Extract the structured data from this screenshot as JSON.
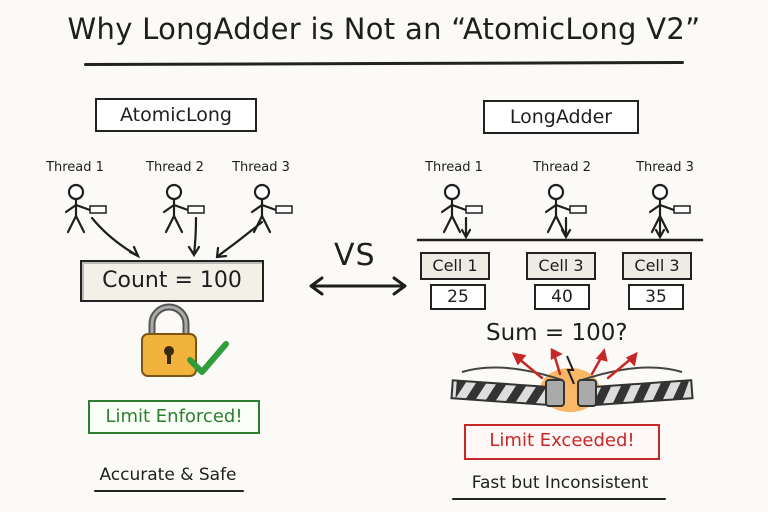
{
  "title": "Why LongAdder is Not an “AtomicLong V2”",
  "left": {
    "header": "AtomicLong",
    "threads": [
      "Thread 1",
      "Thread 2",
      "Thread 3"
    ],
    "counter": "Count = 100",
    "status": "Limit Enforced!",
    "caption": "Accurate & Safe"
  },
  "vs": "VS",
  "right": {
    "header": "LongAdder",
    "threads": [
      "Thread 1",
      "Thread 2",
      "Thread 3"
    ],
    "cells": [
      {
        "label": "Cell 1",
        "value": "25"
      },
      {
        "label": "Cell 3",
        "value": "40"
      },
      {
        "label": "Cell 3",
        "value": "35"
      }
    ],
    "sum": "Sum = 100?",
    "status": "Limit Exceeded!",
    "caption": "Fast but Inconsistent"
  },
  "colors": {
    "ok": "#2e7d32",
    "bad": "#c62828",
    "lock": "#f2b33d"
  },
  "icons": [
    "lock-icon",
    "checkmark-icon",
    "broken-barrier-icon",
    "double-arrow-icon"
  ]
}
